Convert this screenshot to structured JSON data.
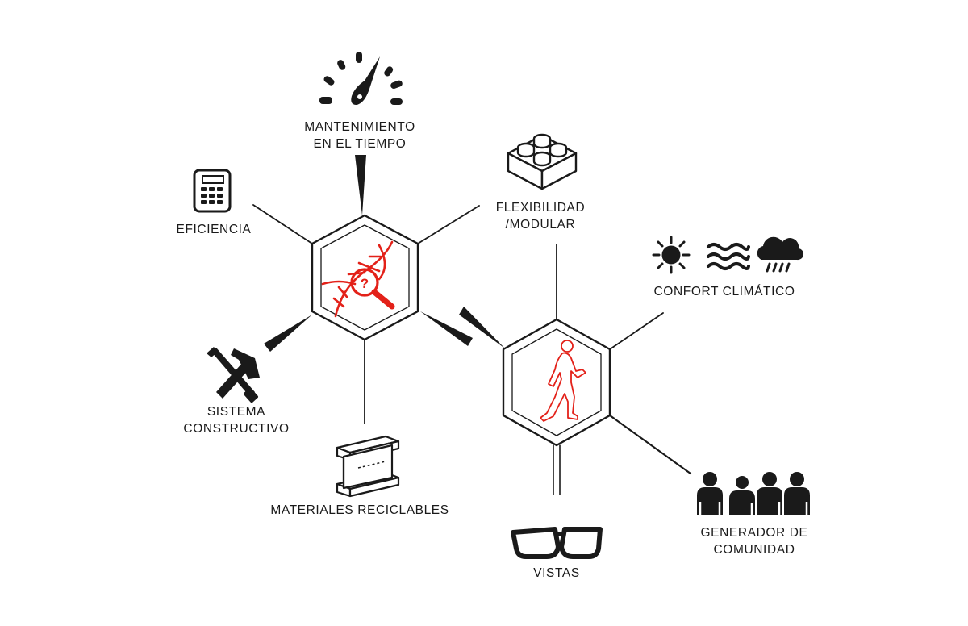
{
  "labels": {
    "mantenimiento": [
      "MANTENIMIENTO",
      "EN EL TIEMPO"
    ],
    "flexibilidad": [
      "FLEXIBILIDAD",
      "/MODULAR"
    ],
    "eficiencia": [
      "EFICIENCIA"
    ],
    "sistema": [
      "SISTEMA",
      "CONSTRUCTIVO"
    ],
    "materiales": [
      "MATERIALES RECICLABLES"
    ],
    "confort": [
      "CONFORT CLIMÁTICO"
    ],
    "vistas": [
      "VISTAS"
    ],
    "generador": [
      "GENERADOR DE",
      "COMUNIDAD"
    ]
  },
  "colors": {
    "ink": "#1a1a1a",
    "accent": "#e32119"
  },
  "icons": {
    "mantenimiento": "gauge-icon",
    "flexibilidad": "lego-brick-icon",
    "eficiencia": "calculator-icon",
    "sistema": "hammer-screwdriver-icon",
    "materiales": "steel-beam-icon",
    "confort_sun": "sun-icon",
    "confort_wind": "wind-icon",
    "confort_rain": "rain-cloud-icon",
    "vistas": "glasses-icon",
    "generador": "community-people-icon",
    "hex1_center": "dna-magnifier-icon",
    "hex2_center": "walking-person-icon"
  }
}
